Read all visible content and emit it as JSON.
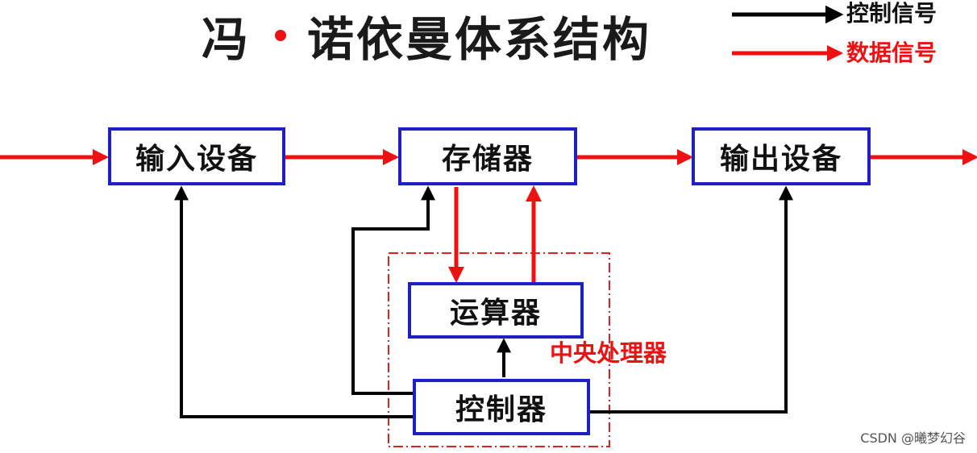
{
  "title": {
    "part1": "冯",
    "part2": "诺依曼体系结构"
  },
  "legend": {
    "control_label": "控制信号",
    "data_label": "数据信号"
  },
  "nodes": {
    "input": "输入设备",
    "memory": "存储器",
    "output": "输出设备",
    "alu": "运算器",
    "controller": "控制器"
  },
  "cpu_label": "中央处理器",
  "watermark": "CSDN @曦梦幻谷",
  "colors": {
    "control": "#000000",
    "data": "#ee1111",
    "box_border": "#1f1fc4",
    "cpu_border": "#dd2222"
  }
}
